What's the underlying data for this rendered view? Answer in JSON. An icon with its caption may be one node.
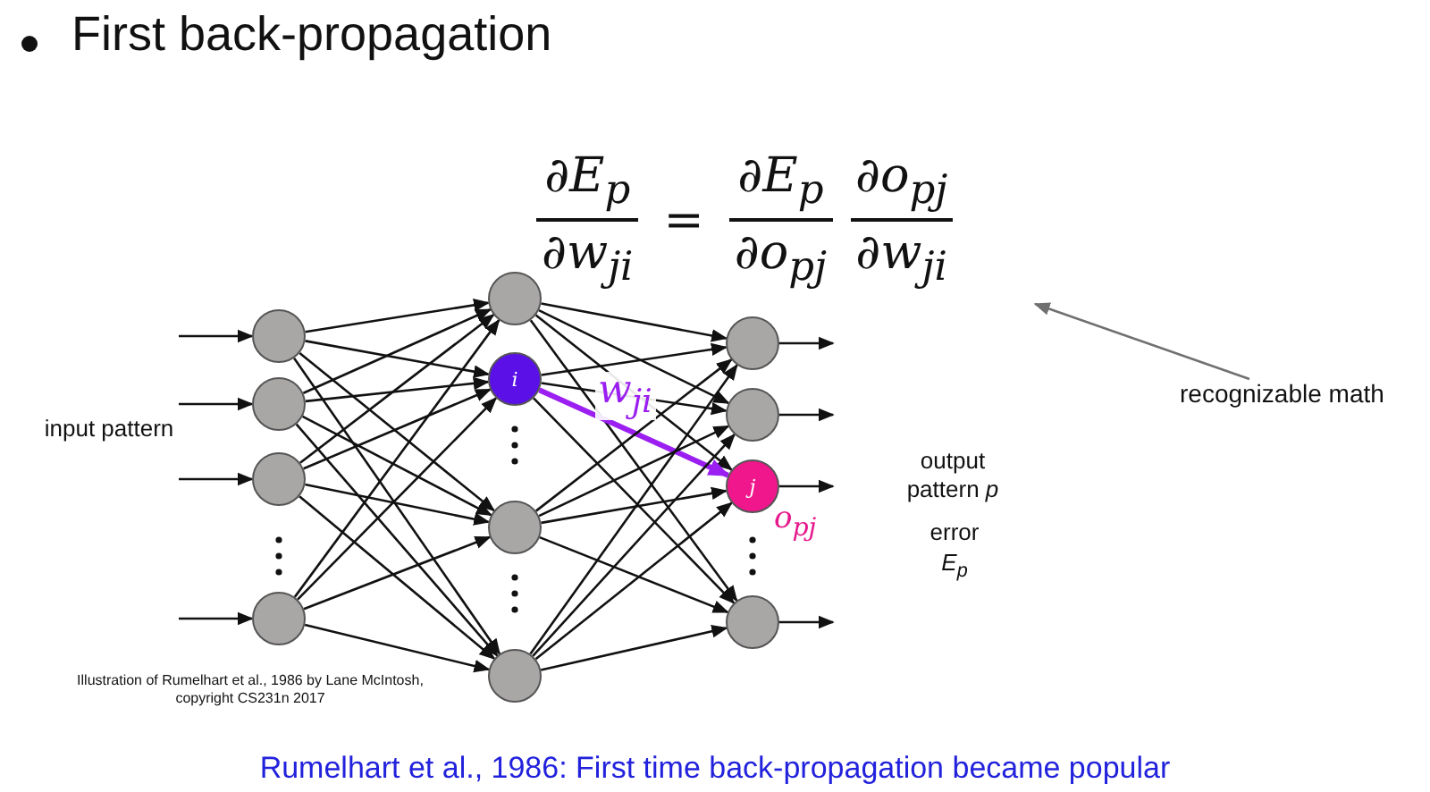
{
  "diagram": {
    "title": "First back-propagation",
    "caption": "Rumelhart et al., 1986: First time back-propagation became popular",
    "nodes": [
      {
        "text": [],
        "shape": "circle"
      },
      {
        "text": [],
        "shape": "circle"
      },
      {
        "text": [],
        "shape": "circle"
      },
      {
        "text": [],
        "shape": "circle"
      },
      {
        "text": [],
        "shape": "circle"
      },
      {
        "text": [
          "i"
        ]
      },
      {
        "text": [],
        "shape": "circle"
      },
      {
        "text": [],
        "shape": "circle"
      },
      {
        "text": [],
        "shape": "circle"
      },
      {
        "text": [],
        "shape": "circle"
      },
      {
        "text": [
          "j"
        ],
        "beside": [
          "o$_{pj}$"
        ]
      },
      {
        "text": [],
        "shape": "circle"
      },
      {
        "text": [
          "∂E$_{p}$",
          "∂w$_{ji}$",
          "=",
          "∂E$_{p}$",
          "∂o$_{pj}$",
          "∂o$_{pj}$",
          "∂w$_{ji}$"
        ]
      },
      {
        "text": [
          "recognizable math"
        ]
      }
    ],
    "edges": [
      {
        "from": null,
        "to": 0,
        "arrow": "to"
      },
      {
        "from": null,
        "to": 1,
        "arrow": "to"
      },
      {
        "from": null,
        "to": 2,
        "arrow": "to"
      },
      {
        "from": null,
        "to": 3,
        "arrow": "to"
      },
      {
        "from": 0,
        "to": 4,
        "arrow": "to"
      },
      {
        "from": 0,
        "to": 5,
        "arrow": "to"
      },
      {
        "from": 0,
        "to": 6,
        "arrow": "to"
      },
      {
        "from": 0,
        "to": 7,
        "arrow": "to"
      },
      {
        "from": 1,
        "to": 4,
        "arrow": "to"
      },
      {
        "from": 1,
        "to": 5,
        "arrow": "to"
      },
      {
        "from": 1,
        "to": 6,
        "arrow": "to"
      },
      {
        "from": 1,
        "to": 7,
        "arrow": "to"
      },
      {
        "from": 2,
        "to": 4,
        "arrow": "to"
      },
      {
        "from": 2,
        "to": 5,
        "arrow": "to"
      },
      {
        "from": 2,
        "to": 6,
        "arrow": "to"
      },
      {
        "from": 2,
        "to": 7,
        "arrow": "to"
      },
      {
        "from": 3,
        "to": 4,
        "arrow": "to"
      },
      {
        "from": 3,
        "to": 5,
        "arrow": "to"
      },
      {
        "from": 3,
        "to": 6,
        "arrow": "to"
      },
      {
        "from": 3,
        "to": 7,
        "arrow": "to"
      },
      {
        "from": 4,
        "to": 8,
        "arrow": "to"
      },
      {
        "from": 4,
        "to": 9,
        "arrow": "to"
      },
      {
        "from": 4,
        "to": 10,
        "arrow": "to"
      },
      {
        "from": 4,
        "to": 11,
        "arrow": "to"
      },
      {
        "from": 5,
        "to": 8,
        "arrow": "to"
      },
      {
        "from": 5,
        "to": 9,
        "arrow": "to"
      },
      {
        "from": 5,
        "to": 10,
        "arrow": "to",
        "label": "w$_{ji}$",
        "style": "thick",
        "color": "#9b1ff0"
      },
      {
        "from": 5,
        "to": 11,
        "arrow": "to"
      },
      {
        "from": 6,
        "to": 8,
        "arrow": "to"
      },
      {
        "from": 6,
        "to": 9,
        "arrow": "to"
      },
      {
        "from": 6,
        "to": 10,
        "arrow": "to"
      },
      {
        "from": 6,
        "to": 11,
        "arrow": "to"
      },
      {
        "from": 7,
        "to": 8,
        "arrow": "to"
      },
      {
        "from": 7,
        "to": 9,
        "arrow": "to"
      },
      {
        "from": 7,
        "to": 10,
        "arrow": "to"
      },
      {
        "from": 7,
        "to": 11,
        "arrow": "to"
      },
      {
        "from": 8,
        "to": null,
        "arrow": "to"
      },
      {
        "from": 9,
        "to": null,
        "arrow": "to"
      },
      {
        "from": 10,
        "to": null,
        "arrow": "to"
      },
      {
        "from": 11,
        "to": null,
        "arrow": "to"
      },
      {
        "from": 13,
        "to": 12,
        "arrow": "to",
        "color": "#707070"
      }
    ],
    "labels": [
      "input pattern",
      "output pattern *p*",
      "error",
      "*E*$_{p}$",
      "Illustration of Rumelhart et al., 1986 by Lane McIntosh, copyright CS231n 2017"
    ]
  }
}
